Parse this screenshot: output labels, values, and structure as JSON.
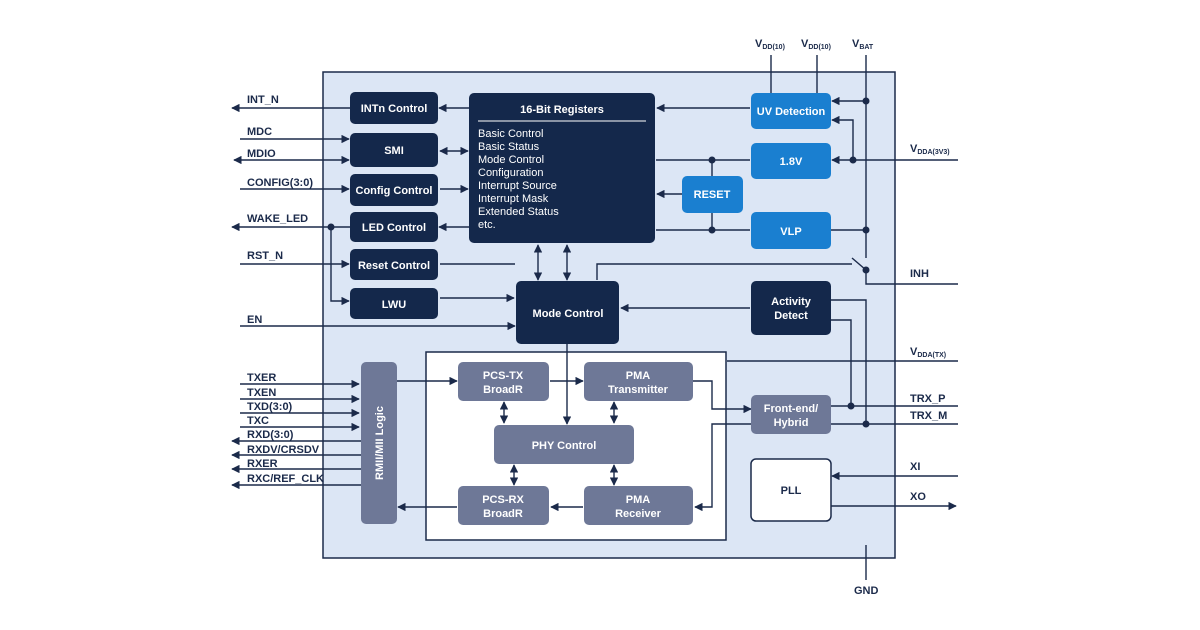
{
  "external_signals": {
    "int_n": "INT_N",
    "mdc": "MDC",
    "mdio": "MDIO",
    "config": "CONFIG(3:0)",
    "wake_led": "WAKE_LED",
    "rst_n": "RST_N",
    "en": "EN",
    "txer": "TXER",
    "txen": "TXEN",
    "txd": "TXD(3:0)",
    "txc": "TXC",
    "rxd": "RXD(3:0)",
    "rxdv": "RXDV/CRSDV",
    "rxer": "RXER",
    "rxc": "RXC/REF_CLK",
    "inh": "INH",
    "trx_p": "TRX_P",
    "trx_m": "TRX_M",
    "xi": "XI",
    "xo": "XO",
    "gnd": "GND"
  },
  "supplies": {
    "vdd10_a": {
      "main": "V",
      "sub": "DD(10)"
    },
    "vdd10_b": {
      "main": "V",
      "sub": "DD(10)"
    },
    "vbat": {
      "main": "V",
      "sub": "BAT"
    },
    "vdda3v3": {
      "main": "V",
      "sub": "DDA(3V3)"
    },
    "vddatx": {
      "main": "V",
      "sub": "DDA(TX)"
    }
  },
  "blocks": {
    "intn_control": "INTn Control",
    "smi": "SMI",
    "config_control": "Config Control",
    "led_control": "LED Control",
    "reset_control": "Reset Control",
    "lwu": "LWU",
    "registers_title": "16-Bit Registers",
    "registers": [
      "Basic Control",
      "Basic Status",
      "Mode Control",
      "Configuration",
      "Interrupt Source",
      "Interrupt Mask",
      "Extended Status",
      "etc."
    ],
    "uv_detection": "UV Detection",
    "v18": "1.8V",
    "reset": "RESET",
    "vlp": "VLP",
    "mode_control": "Mode Control",
    "activity_detect": [
      "Activity",
      "Detect"
    ],
    "rmii_logic": "RMII/MII Logic",
    "pcs_tx": [
      "PCS-TX",
      "BroadR"
    ],
    "pma_tx": [
      "PMA",
      "Transmitter"
    ],
    "phy_control": "PHY Control",
    "pcs_rx": [
      "PCS-RX",
      "BroadR"
    ],
    "pma_rx": [
      "PMA",
      "Receiver"
    ],
    "front_end": [
      "Front-end/",
      "Hybrid"
    ],
    "pll": "PLL"
  },
  "colors": {
    "chip_fill": "#dce6f5",
    "chip_stroke": "#1b2a4a",
    "dark_block": "#14284b",
    "blue_block": "#1a7fd0",
    "gray_block": "#6e7897",
    "wire": "#1b2a4a"
  }
}
